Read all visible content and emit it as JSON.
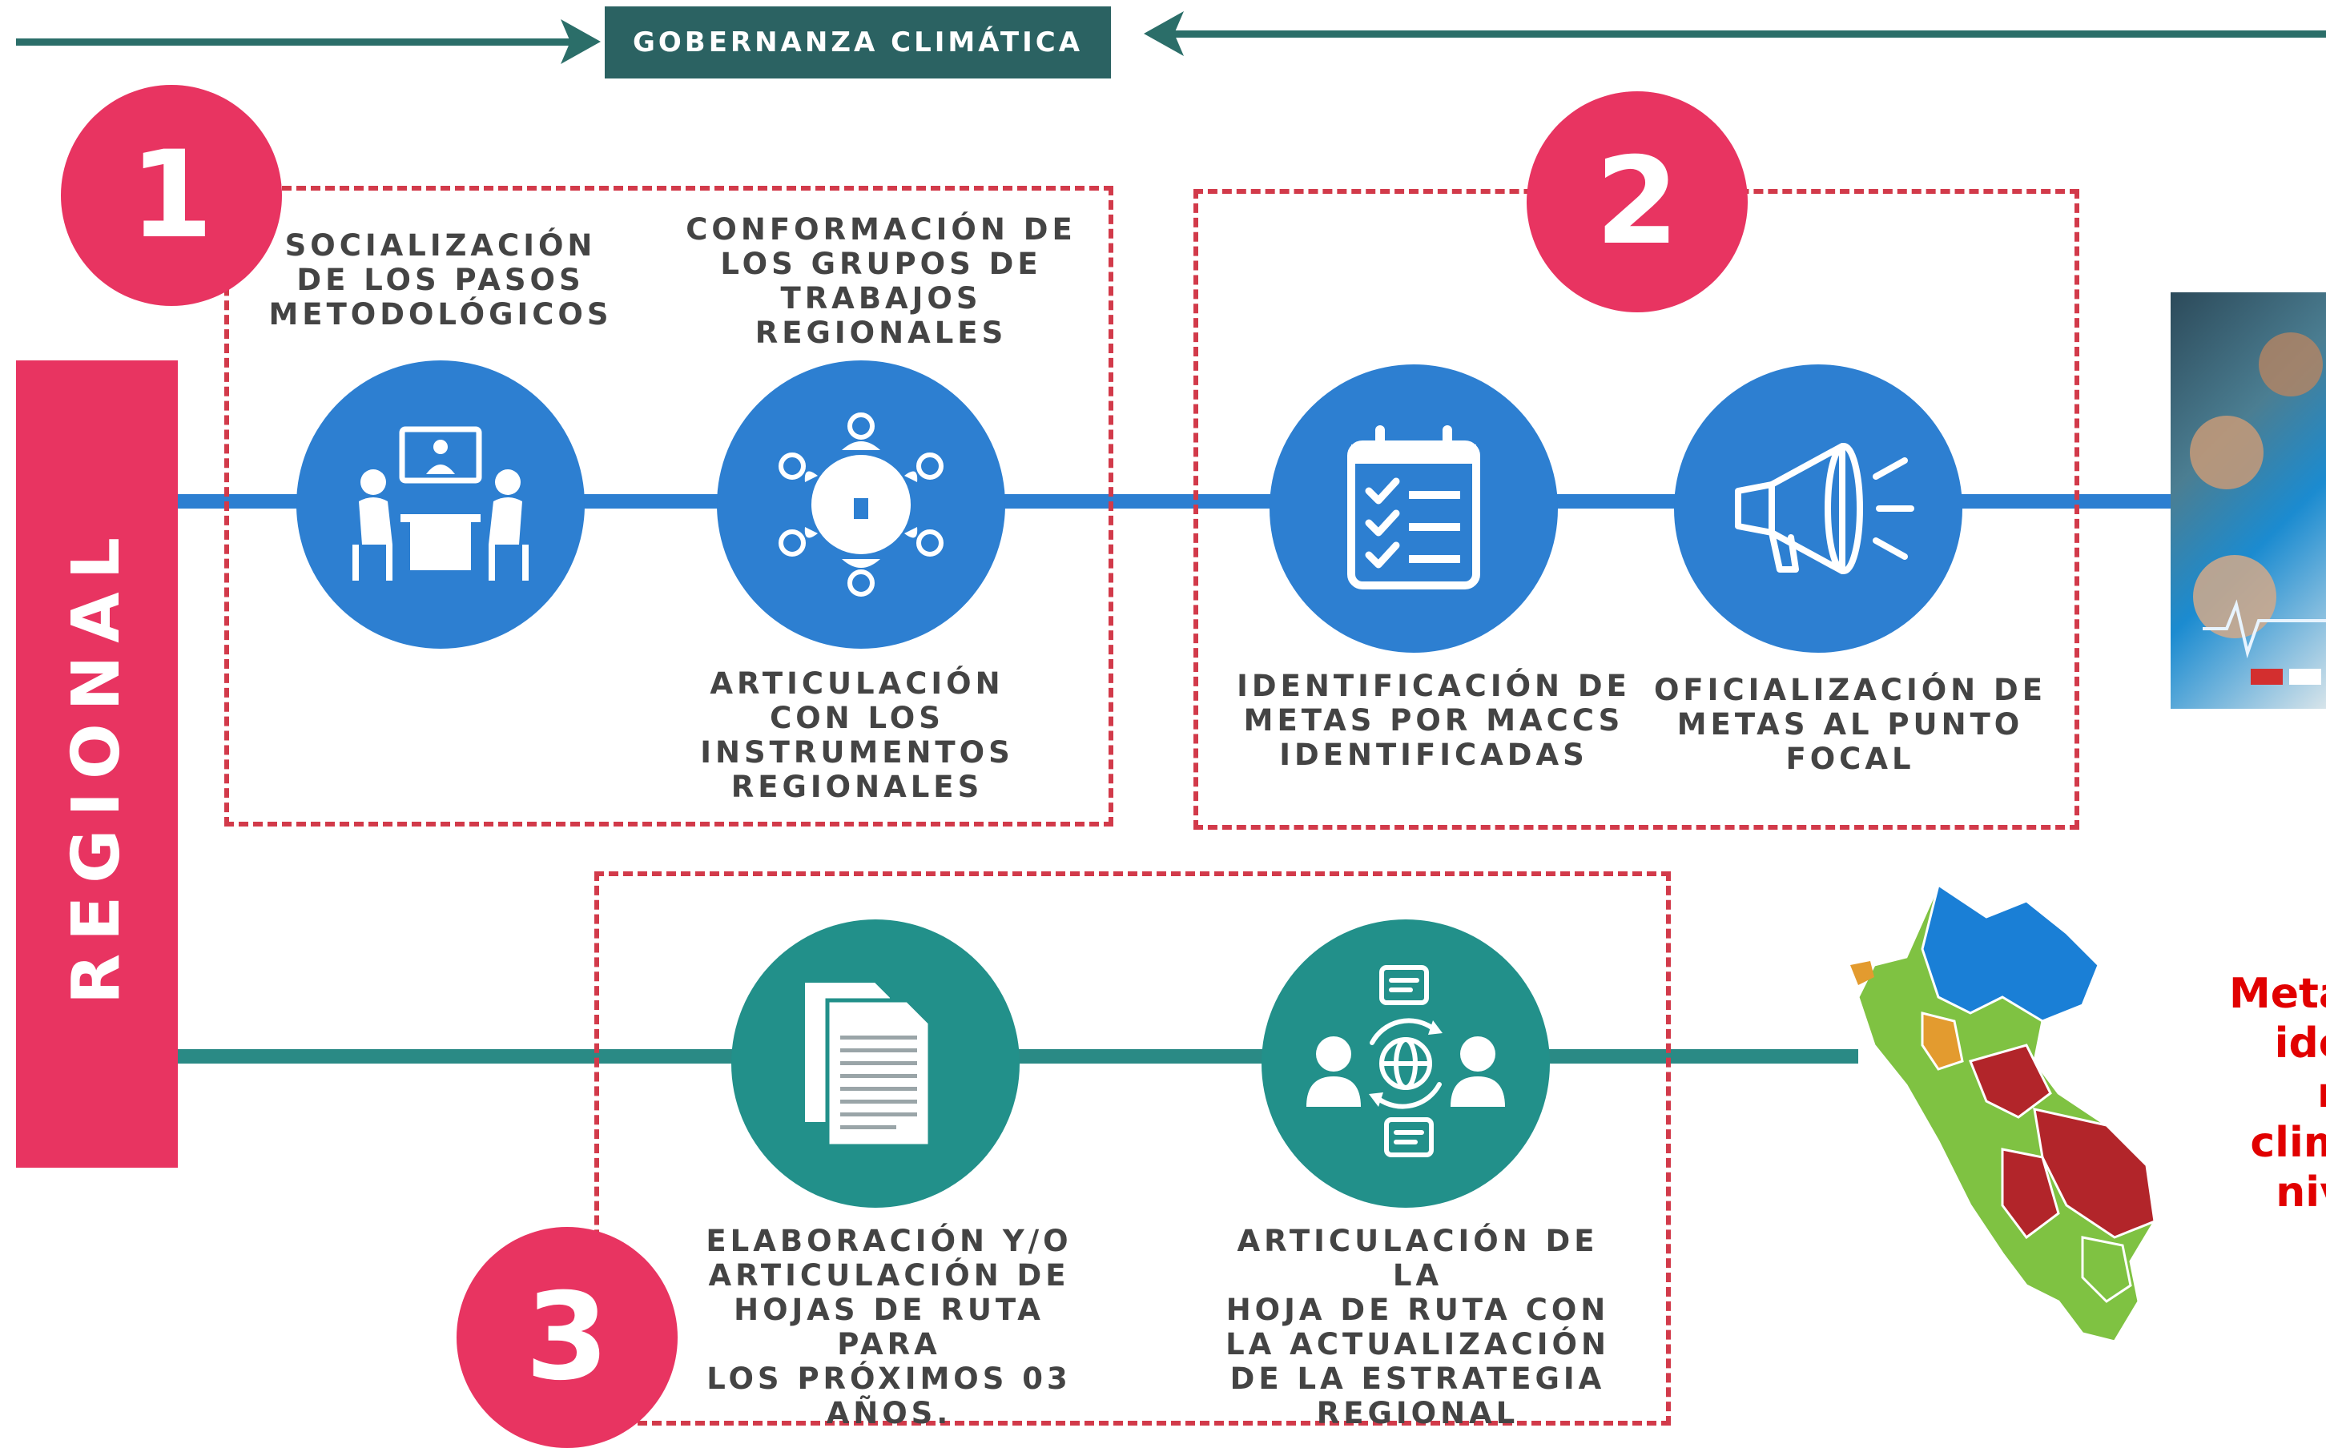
{
  "header": {
    "title": "GOBERNANZA CLIMÁTICA"
  },
  "regional": {
    "label": "REGIONAL"
  },
  "badges": [
    "1",
    "2",
    "3"
  ],
  "steps": {
    "socializacion": "SOCIALIZACIÓN\nDE LOS PASOS\nMETODOLÓGICOS",
    "conformacion": "CONFORMACIÓN DE\nLOS GRUPOS DE\nTRABAJOS\nREGIONALES",
    "articulacion_instrumentos": "ARTICULACIÓN\nCON LOS\nINSTRUMENTOS\nREGIONALES",
    "identificacion": "IDENTIFICACIÓN DE\nMETAS POR MACCS\nIDENTIFICADAS",
    "oficializacion": "OFICIALIZACIÓN DE\nMETAS AL PUNTO\nFOCAL",
    "elaboracion": "ELABORACIÓN Y/O\nARTICULACIÓN DE\nHOJAS DE RUTA PARA\nLOS PRÓXIMOS 03\nAÑOS.",
    "articulacion_hoja": "ARTICULACIÓN DE LA\nHOJA DE RUTA CON\nLA ACTUALIZACIÓN\nDE LA ESTRATEGIA\nREGIONAL"
  },
  "side_text": [
    "Meta",
    "ide",
    "n",
    "clim",
    "niv"
  ],
  "colors": {
    "header_bg": "#2b6262",
    "badge": "#e83461",
    "dash": "#d23a4a",
    "blue": "#2d7fd1",
    "teal": "#22908a",
    "side_text": "#e10000"
  },
  "icons": {
    "socializacion": "meeting-icon",
    "conformacion": "team-table-icon",
    "identificacion": "checklist-icon",
    "oficializacion": "megaphone-icon",
    "elaboracion": "documents-icon",
    "articulacion_hoja": "global-communication-icon"
  }
}
